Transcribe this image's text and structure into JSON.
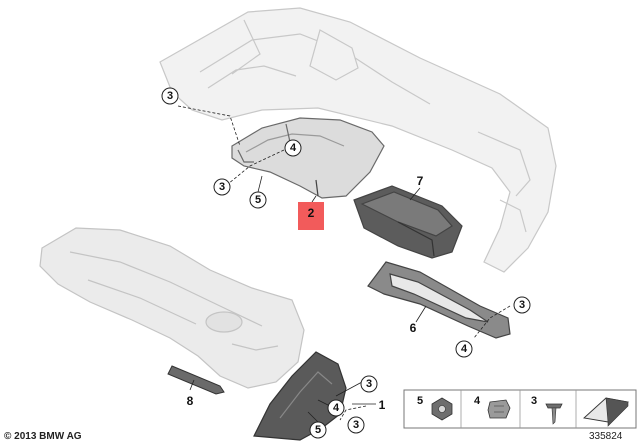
{
  "callouts": {
    "c1": "1",
    "c2": "2",
    "c3a": "3",
    "c3b": "3",
    "c3c": "3",
    "c3d": "3",
    "c3e": "3",
    "c4a": "4",
    "c4b": "4",
    "c4c": "4",
    "c5a": "5",
    "c5b": "5",
    "c6": "6",
    "c7": "7",
    "c8": "8"
  },
  "legend": {
    "l5": "5",
    "l4": "4",
    "l3": "3"
  },
  "footer": {
    "copyright": "© 2013 BMW AG",
    "doc_number": "335824"
  },
  "colors": {
    "highlight": "#f25b5b",
    "part_fill": "#e4e4e4",
    "dark_part": "#5a5a5a"
  }
}
